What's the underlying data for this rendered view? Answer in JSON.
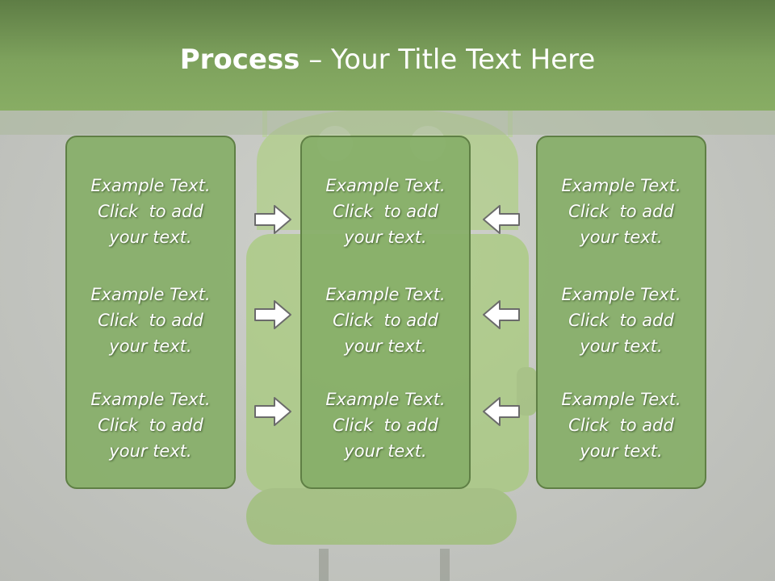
{
  "slide": {
    "title_bold": "Process",
    "title_rest": " – Your Title Text Here"
  },
  "panels": [
    {
      "items": [
        {
          "line1": "Example Text.",
          "line2": "Click  to add",
          "line3": "your text."
        },
        {
          "line1": "Example Text.",
          "line2": "Click  to add",
          "line3": "your text."
        },
        {
          "line1": "Example Text.",
          "line2": "Click  to add",
          "line3": "your text."
        }
      ]
    },
    {
      "items": [
        {
          "line1": "Example Text.",
          "line2": "Click  to add",
          "line3": "your text."
        },
        {
          "line1": "Example Text.",
          "line2": "Click  to add",
          "line3": "your text."
        },
        {
          "line1": "Example Text.",
          "line2": "Click  to add",
          "line3": "your text."
        }
      ]
    },
    {
      "items": [
        {
          "line1": "Example Text.",
          "line2": "Click  to add",
          "line3": "your text."
        },
        {
          "line1": "Example Text.",
          "line2": "Click  to add",
          "line3": "your text."
        },
        {
          "line1": "Example Text.",
          "line2": "Click  to add",
          "line3": "your text."
        }
      ]
    }
  ],
  "arrows": {
    "left_column": "right-arrow-icon",
    "right_column": "left-arrow-icon"
  },
  "colors": {
    "title_bar": "#7ea25d",
    "panel_fill": "#86ae68",
    "panel_border": "#5f7f45",
    "arrow_fill": "#ffffff",
    "arrow_stroke": "#6b6b6b",
    "background": "#c4c6c2"
  }
}
